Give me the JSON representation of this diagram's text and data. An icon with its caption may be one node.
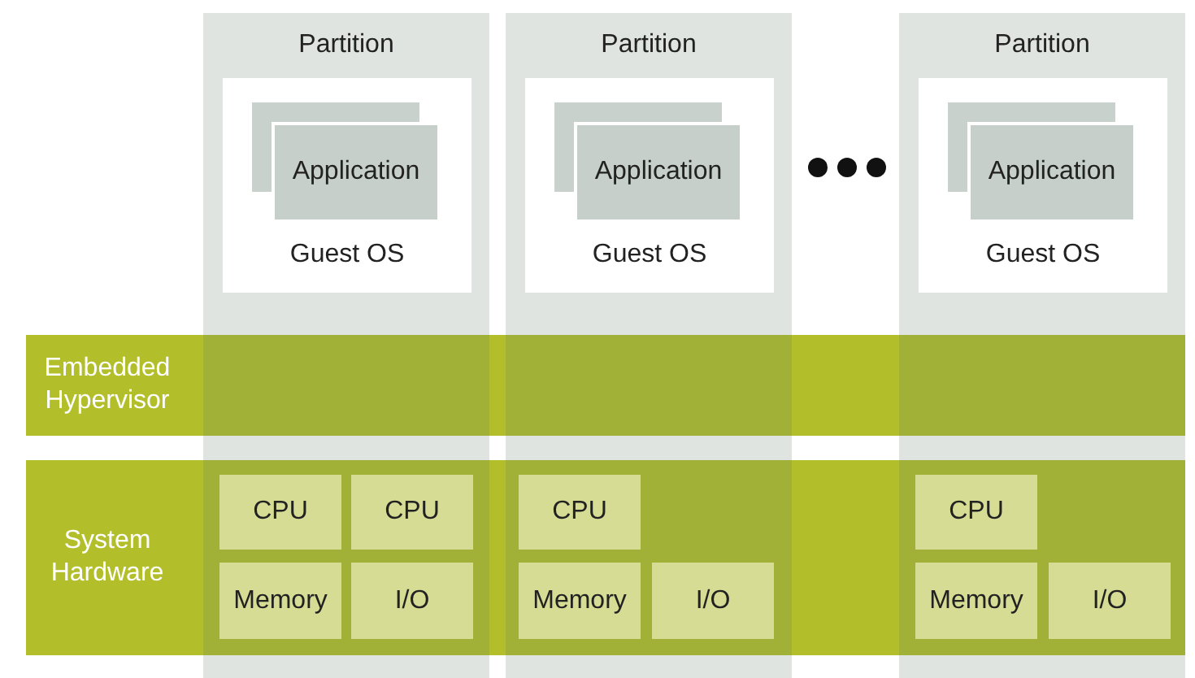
{
  "diagram": {
    "nodes": [
      {
        "text": [
          "Partition"
        ]
      },
      {
        "text": [
          "Guest OS"
        ],
        "in": 0
      },
      {
        "text": [
          "Application"
        ],
        "in": 1
      },
      {
        "text": [
          "Partition"
        ]
      },
      {
        "text": [
          "Guest OS"
        ],
        "in": 3
      },
      {
        "text": [
          "Application"
        ],
        "in": 4
      },
      {
        "text": [
          "Partition"
        ]
      },
      {
        "text": [
          "Guest OS"
        ],
        "in": 6
      },
      {
        "text": [
          "Application"
        ],
        "in": 7
      },
      {
        "text": [
          "Embedded Hypervisor"
        ]
      },
      {
        "text": [
          "System Hardware"
        ]
      },
      {
        "text": [
          "CPU"
        ]
      },
      {
        "text": [
          "CPU"
        ]
      },
      {
        "text": [
          "Memory"
        ]
      },
      {
        "text": [
          "I/O"
        ]
      },
      {
        "text": [
          "CPU"
        ]
      },
      {
        "text": [
          "Memory"
        ]
      },
      {
        "text": [
          "I/O"
        ]
      },
      {
        "text": [
          "CPU"
        ]
      },
      {
        "text": [
          "Memory"
        ]
      },
      {
        "text": [
          "I/O"
        ]
      }
    ],
    "edges": []
  }
}
